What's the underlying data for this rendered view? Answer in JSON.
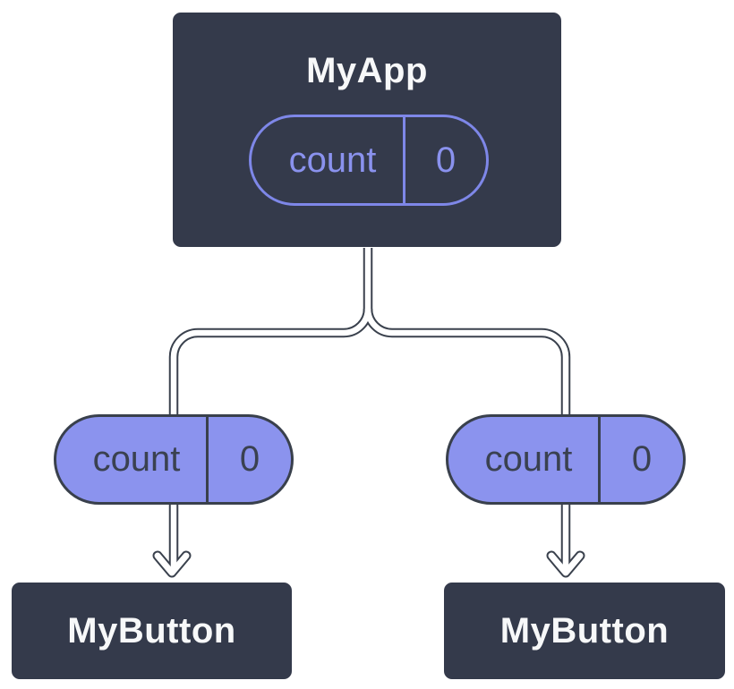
{
  "diagram": {
    "description": "React component tree passing state down as props",
    "root": {
      "title": "MyApp",
      "state": {
        "key": "count",
        "value": "0"
      }
    },
    "props": [
      {
        "key": "count",
        "value": "0"
      },
      {
        "key": "count",
        "value": "0"
      }
    ],
    "children": [
      {
        "title": "MyButton"
      },
      {
        "title": "MyButton"
      }
    ],
    "colors": {
      "node_fill": "#343A4B",
      "node_border": "#FFFFFF",
      "title_text": "#F7F8F9",
      "state_pill_outline": "#7E87E8",
      "state_pill_text": "#8A92EE",
      "prop_pill_fill": "#8B93EE",
      "prop_pill_border": "#39404C",
      "prop_pill_text": "#3A4150",
      "connector_core": "#FFFFFF",
      "connector_outline": "#3A414D"
    }
  }
}
